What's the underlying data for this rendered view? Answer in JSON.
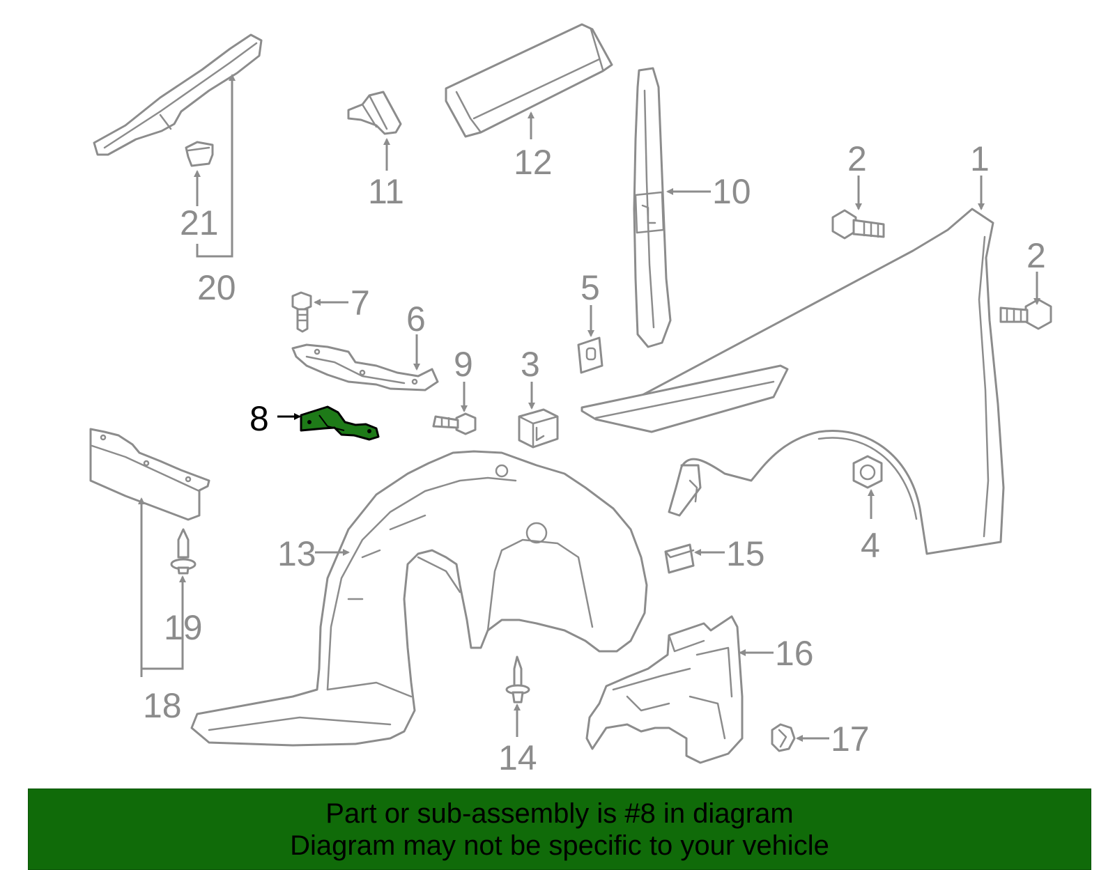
{
  "diagram": {
    "highlighted_part": "8",
    "labels": [
      "1",
      "2",
      "2",
      "3",
      "4",
      "5",
      "6",
      "7",
      "8",
      "9",
      "10",
      "11",
      "12",
      "13",
      "14",
      "15",
      "16",
      "17",
      "18",
      "19",
      "20",
      "21"
    ],
    "colors": {
      "line": "#8c8c8c",
      "highlight": "#1e7a18",
      "banner": "#106b09"
    }
  },
  "banner": {
    "line1": "Part or sub-assembly is #8 in diagram",
    "line2": "Diagram may not be specific to your vehicle"
  }
}
